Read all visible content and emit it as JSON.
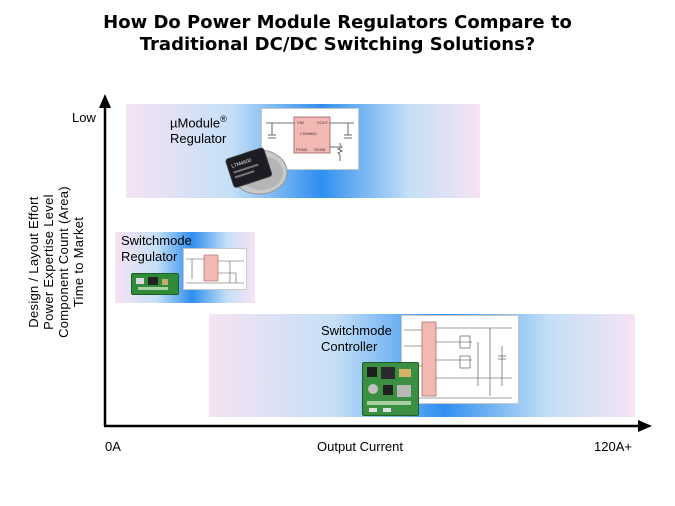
{
  "title": {
    "line1": "How Do Power Module Regulators Compare to",
    "line2": "Traditional DC/DC Switching Solutions?"
  },
  "y_axis": {
    "label_lines": [
      "Design / Layout Effort",
      "Power Expertise Level",
      "Component Count (Area)",
      "Time to Market"
    ],
    "top_label": "Low"
  },
  "x_axis": {
    "label": "Output Current",
    "min_label": "0A",
    "max_label": "120A+"
  },
  "bands": {
    "umodule": {
      "label": "µModule",
      "superscript": "®",
      "label2": "Regulator"
    },
    "switchmode_regulator": {
      "label1": "Switchmode",
      "label2": "Regulator"
    },
    "switchmode_controller": {
      "label1": "Switchmode",
      "label2": "Controller"
    }
  },
  "schematic_text": {
    "part": "LTM4600",
    "vin": "VIN",
    "vout": "VOUT",
    "pgnd": "PGND",
    "sgnd": "SGND",
    "chip": "LTM4600"
  }
}
